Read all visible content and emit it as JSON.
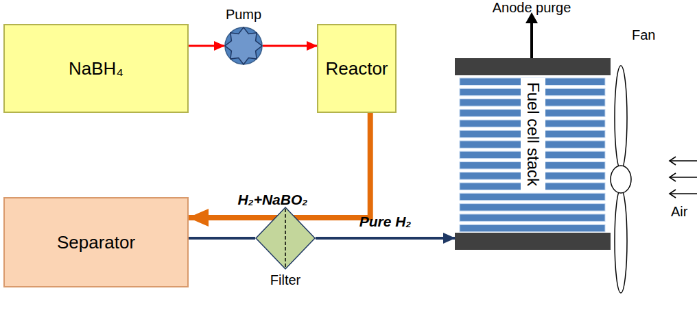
{
  "diagram": {
    "nodes": [
      {
        "text": [
          "NaBH₄"
        ]
      },
      {
        "text": [
          "Pump"
        ]
      },
      {
        "text": [
          "Reactor"
        ]
      },
      {
        "text": [
          "Separator"
        ]
      },
      {
        "text": [
          "Filter"
        ]
      },
      {
        "text": [
          "Fuel cell stack"
        ]
      }
    ],
    "edges": [
      {
        "from": 0,
        "to": 1,
        "arrow": "to"
      },
      {
        "from": 1,
        "to": 2,
        "arrow": "to"
      },
      {
        "from": 2,
        "to": 3,
        "arrow": "to",
        "label": "H₂+NaBO₂"
      },
      {
        "from": 3,
        "to": 4,
        "arrow": "none"
      },
      {
        "from": 4,
        "to": 5,
        "arrow": "to",
        "label": "Pure H₂"
      }
    ],
    "labels": [
      "Anode purge",
      "Fan",
      "Air"
    ]
  }
}
